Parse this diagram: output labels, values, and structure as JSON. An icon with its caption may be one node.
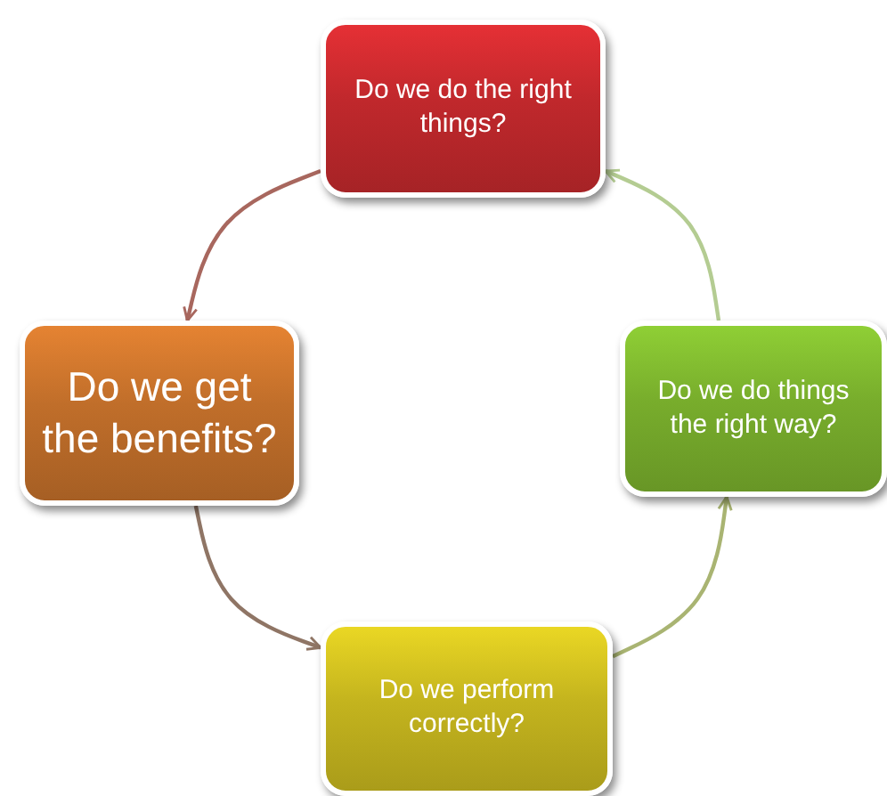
{
  "diagram": {
    "nodes": [
      {
        "text": [
          "Do we do the right things?"
        ]
      },
      {
        "text": [
          "Do we do things the right way?"
        ]
      },
      {
        "text": [
          "Do we perform correctly?"
        ]
      },
      {
        "text": [
          "Do we get the benefits?"
        ]
      }
    ],
    "edges": [
      {
        "from": 0,
        "to": 3,
        "arrow": "to",
        "color": "#a8675e"
      },
      {
        "from": 3,
        "to": 2,
        "arrow": "to",
        "color": "#8f7565"
      },
      {
        "from": 2,
        "to": 1,
        "arrow": "to",
        "color": "#a9b472"
      },
      {
        "from": 1,
        "to": 0,
        "arrow": "to",
        "color": "#b4cc92"
      }
    ]
  }
}
